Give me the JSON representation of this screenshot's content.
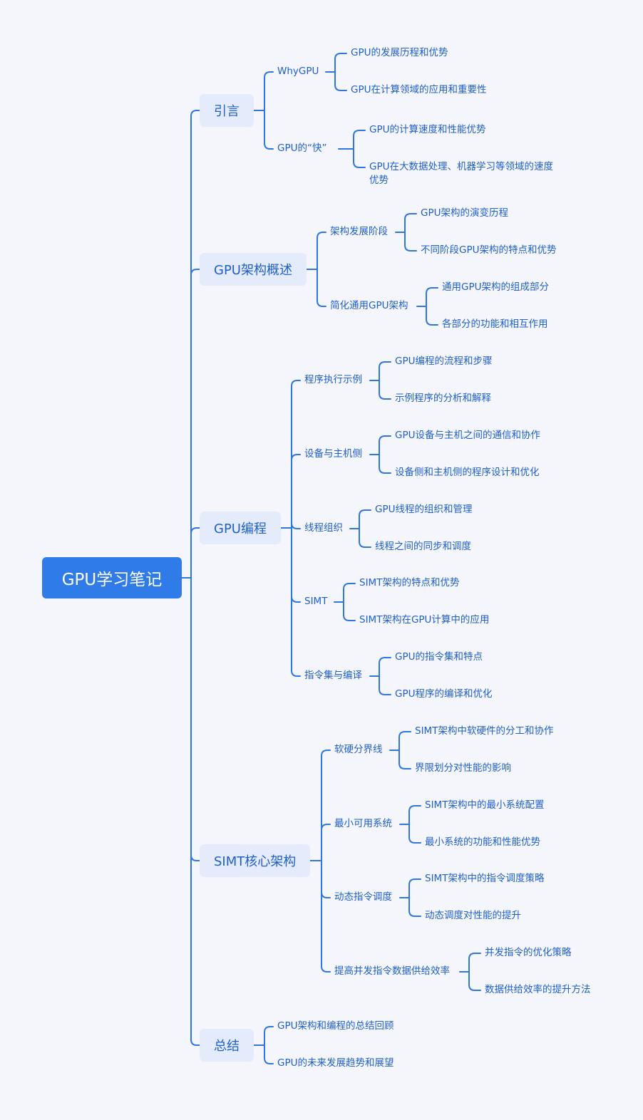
{
  "root": "GPU学习笔记",
  "sections": [
    {
      "label": "引言",
      "children": [
        {
          "label": "WhyGPU",
          "children": [
            "GPU的发展历程和优势",
            "GPU在计算领域的应用和重要性"
          ]
        },
        {
          "label": "GPU的“快”",
          "children": [
            "GPU的计算速度和性能优势",
            "GPU在大数据处理、机器学习等领域的速度\n优势"
          ]
        }
      ]
    },
    {
      "label": "GPU架构概述",
      "children": [
        {
          "label": "架构发展阶段",
          "children": [
            "GPU架构的演变历程",
            "不同阶段GPU架构的特点和优势"
          ]
        },
        {
          "label": "简化通用GPU架构",
          "children": [
            "通用GPU架构的组成部分",
            "各部分的功能和相互作用"
          ]
        }
      ]
    },
    {
      "label": "GPU编程",
      "children": [
        {
          "label": "程序执行示例",
          "children": [
            "GPU编程的流程和步骤",
            "示例程序的分析和解释"
          ]
        },
        {
          "label": "设备与主机侧",
          "children": [
            "GPU设备与主机之间的通信和协作",
            "设备侧和主机侧的程序设计和优化"
          ]
        },
        {
          "label": "线程组织",
          "children": [
            "GPU线程的组织和管理",
            "线程之间的同步和调度"
          ]
        },
        {
          "label": "SIMT",
          "children": [
            "SIMT架构的特点和优势",
            "SIMT架构在GPU计算中的应用"
          ]
        },
        {
          "label": "指令集与编译",
          "children": [
            "GPU的指令集和特点",
            "GPU程序的编译和优化"
          ]
        }
      ]
    },
    {
      "label": "SIMT核心架构",
      "children": [
        {
          "label": "软硬分界线",
          "children": [
            "SIMT架构中软硬件的分工和协作",
            "界限划分对性能的影响"
          ]
        },
        {
          "label": "最小可用系统",
          "children": [
            "SIMT架构中的最小系统配置",
            "最小系统的功能和性能优势"
          ]
        },
        {
          "label": "动态指令调度",
          "children": [
            "SIMT架构中的指令调度策略",
            "动态调度对性能的提升"
          ]
        },
        {
          "label": "提高并发指令数据供给效率",
          "children": [
            "并发指令的优化策略",
            "数据供给效率的提升方法"
          ]
        }
      ]
    },
    {
      "label": "总结",
      "children": [
        {
          "label": "GPU架构和编程的总结回顾",
          "children": []
        },
        {
          "label": "GPU的未来发展趋势和展望",
          "children": []
        }
      ]
    }
  ]
}
